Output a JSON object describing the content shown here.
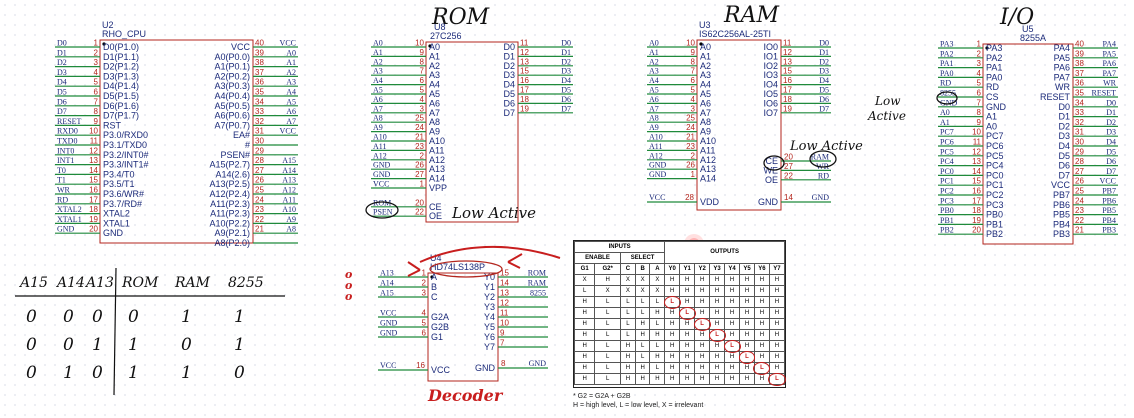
{
  "annotations": {
    "rom_title": "ROM",
    "ram_title": "RAM",
    "io_title": "I/O",
    "low_active_rom": "Low Active",
    "low_active_ram": "Low Active",
    "low_active_io_1": "Low",
    "low_active_io_2": "Active",
    "decoder": "Decoder",
    "dots": [
      "o",
      "o",
      "o"
    ]
  },
  "cpu": {
    "ref": "U2",
    "name": "RHO_CPU",
    "left": [
      {
        "net": "D0",
        "num": "1",
        "pin": "D0(P1.0)"
      },
      {
        "net": "D1",
        "num": "2",
        "pin": "D1(P1.1)"
      },
      {
        "net": "D2",
        "num": "3",
        "pin": "D2(P1.2)"
      },
      {
        "net": "D3",
        "num": "4",
        "pin": "D3(P1.3)"
      },
      {
        "net": "D4",
        "num": "5",
        "pin": "D4(P1.4)"
      },
      {
        "net": "D5",
        "num": "6",
        "pin": "D5(P1.5)"
      },
      {
        "net": "D6",
        "num": "7",
        "pin": "D6(P1.6)"
      },
      {
        "net": "D7",
        "num": "8",
        "pin": "D7(P1.7)"
      },
      {
        "net": "RESET",
        "num": "9",
        "pin": "RST"
      },
      {
        "net": "RXD0",
        "num": "10",
        "pin": "P3.0/RXD0"
      },
      {
        "net": "TXD0",
        "num": "11",
        "pin": "P3.1/TXD0"
      },
      {
        "net": "INT0",
        "num": "12",
        "pin": "P3.2/INT0#"
      },
      {
        "net": "INT1",
        "num": "13",
        "pin": "P3.3/INT1#"
      },
      {
        "net": "T0",
        "num": "14",
        "pin": "P3.4/T0"
      },
      {
        "net": "T1",
        "num": "15",
        "pin": "P3.5/T1"
      },
      {
        "net": "WR",
        "num": "16",
        "pin": "P3.6/WR#"
      },
      {
        "net": "RD",
        "num": "17",
        "pin": "P3.7/RD#"
      },
      {
        "net": "XTAL2",
        "num": "18",
        "pin": "XTAL2"
      },
      {
        "net": "XTAL1",
        "num": "19",
        "pin": "XTAL1"
      },
      {
        "net": "GND",
        "num": "20",
        "pin": "GND"
      }
    ],
    "right": [
      {
        "net": "VCC",
        "num": "40",
        "pin": "VCC"
      },
      {
        "net": "A0",
        "num": "39",
        "pin": "A0(P0.0)"
      },
      {
        "net": "A1",
        "num": "38",
        "pin": "A1(P0.1)"
      },
      {
        "net": "A2",
        "num": "37",
        "pin": "A2(P0.2)"
      },
      {
        "net": "A3",
        "num": "36",
        "pin": "A3(P0.3)"
      },
      {
        "net": "A4",
        "num": "35",
        "pin": "A4(P0.4)"
      },
      {
        "net": "A5",
        "num": "34",
        "pin": "A5(P0.5)"
      },
      {
        "net": "A6",
        "num": "33",
        "pin": "A6(P0.6)"
      },
      {
        "net": "A7",
        "num": "32",
        "pin": "A7(P0.7)"
      },
      {
        "net": "VCC",
        "num": "31",
        "pin": "EA#"
      },
      {
        "net": "",
        "num": "30",
        "pin": "#"
      },
      {
        "net": "",
        "num": "29",
        "pin": "PSEN#"
      },
      {
        "net": "A15",
        "num": "28",
        "pin": "A15(P2.7)"
      },
      {
        "net": "A14",
        "num": "27",
        "pin": "A14(2.6)"
      },
      {
        "net": "A13",
        "num": "26",
        "pin": "A13(P2.5)"
      },
      {
        "net": "A12",
        "num": "25",
        "pin": "A12(P2.4)"
      },
      {
        "net": "A11",
        "num": "24",
        "pin": "A11(P2.3)"
      },
      {
        "net": "A10",
        "num": "23",
        "pin": "A11(P2.3)"
      },
      {
        "net": "A9",
        "num": "22",
        "pin": "A10(P2.2)"
      },
      {
        "net": "A8",
        "num": "21",
        "pin": "A9(P2.1)"
      },
      {
        "net": "",
        "num": "",
        "pin": "A8(P2.0)"
      }
    ]
  },
  "rom": {
    "ref": "U8",
    "name": "27C256",
    "left": [
      {
        "net": "A0",
        "num": "10",
        "pin": "A0"
      },
      {
        "net": "A1",
        "num": "9",
        "pin": "A1"
      },
      {
        "net": "A2",
        "num": "8",
        "pin": "A2"
      },
      {
        "net": "A3",
        "num": "7",
        "pin": "A3"
      },
      {
        "net": "A4",
        "num": "6",
        "pin": "A4"
      },
      {
        "net": "A5",
        "num": "5",
        "pin": "A5"
      },
      {
        "net": "A6",
        "num": "4",
        "pin": "A6"
      },
      {
        "net": "A7",
        "num": "3",
        "pin": "A7"
      },
      {
        "net": "A8",
        "num": "25",
        "pin": "A8"
      },
      {
        "net": "A9",
        "num": "24",
        "pin": "A9"
      },
      {
        "net": "A10",
        "num": "21",
        "pin": "A10"
      },
      {
        "net": "A11",
        "num": "23",
        "pin": "A11"
      },
      {
        "net": "A12",
        "num": "2",
        "pin": "A12"
      },
      {
        "net": "GND",
        "num": "26",
        "pin": "A13"
      },
      {
        "net": "GND",
        "num": "27",
        "pin": "A14"
      },
      {
        "net": "VCC",
        "num": "1",
        "pin": "VPP"
      },
      {
        "net": "",
        "num": "",
        "pin": ""
      },
      {
        "net": "ROM",
        "num": "20",
        "pin": "CE"
      },
      {
        "net": "PSEN",
        "num": "22",
        "pin": "OE"
      }
    ],
    "right": [
      {
        "net": "D0",
        "num": "11",
        "pin": "D0"
      },
      {
        "net": "D1",
        "num": "12",
        "pin": "D1"
      },
      {
        "net": "D2",
        "num": "13",
        "pin": "D2"
      },
      {
        "net": "D3",
        "num": "15",
        "pin": "D3"
      },
      {
        "net": "D4",
        "num": "16",
        "pin": "D4"
      },
      {
        "net": "D5",
        "num": "17",
        "pin": "D5"
      },
      {
        "net": "D6",
        "num": "18",
        "pin": "D6"
      },
      {
        "net": "D7",
        "num": "19",
        "pin": "D7"
      }
    ]
  },
  "ram": {
    "ref": "U3",
    "name": "IS62C256AL-25TI",
    "left": [
      {
        "net": "A0",
        "num": "10",
        "pin": "A0"
      },
      {
        "net": "A1",
        "num": "9",
        "pin": "A1"
      },
      {
        "net": "A2",
        "num": "8",
        "pin": "A2"
      },
      {
        "net": "A3",
        "num": "7",
        "pin": "A3"
      },
      {
        "net": "A4",
        "num": "6",
        "pin": "A4"
      },
      {
        "net": "A5",
        "num": "5",
        "pin": "A5"
      },
      {
        "net": "A6",
        "num": "4",
        "pin": "A6"
      },
      {
        "net": "A7",
        "num": "3",
        "pin": "A7"
      },
      {
        "net": "A8",
        "num": "25",
        "pin": "A8"
      },
      {
        "net": "A9",
        "num": "24",
        "pin": "A9"
      },
      {
        "net": "A10",
        "num": "21",
        "pin": "A10"
      },
      {
        "net": "A11",
        "num": "23",
        "pin": "A11"
      },
      {
        "net": "A12",
        "num": "2",
        "pin": "A12"
      },
      {
        "net": "GND",
        "num": "26",
        "pin": "A13"
      },
      {
        "net": "GND",
        "num": "1",
        "pin": "A14"
      }
    ],
    "right": [
      {
        "net": "D0",
        "num": "11",
        "pin": "IO0"
      },
      {
        "net": "D1",
        "num": "12",
        "pin": "IO1"
      },
      {
        "net": "D2",
        "num": "13",
        "pin": "IO2"
      },
      {
        "net": "D3",
        "num": "15",
        "pin": "IO3"
      },
      {
        "net": "D4",
        "num": "16",
        "pin": "IO4"
      },
      {
        "net": "D5",
        "num": "17",
        "pin": "IO5"
      },
      {
        "net": "D6",
        "num": "18",
        "pin": "IO6"
      },
      {
        "net": "D7",
        "num": "19",
        "pin": "IO7"
      }
    ],
    "ctrl": [
      {
        "net": "RAM",
        "num": "20",
        "pin": "CE"
      },
      {
        "net": "WR",
        "num": "27",
        "pin": "WE"
      },
      {
        "net": "RD",
        "num": "22",
        "pin": "OE"
      }
    ],
    "vdd": {
      "net": "VCC",
      "num": "28",
      "pin": "VDD"
    },
    "gnd": {
      "net": "GND",
      "num": "14",
      "pin": "GND"
    }
  },
  "io": {
    "ref": "U5",
    "name": "8255A",
    "left": [
      {
        "net": "PA3",
        "num": "1",
        "pin": "PA3"
      },
      {
        "net": "PA2",
        "num": "2",
        "pin": "PA2"
      },
      {
        "net": "PA1",
        "num": "3",
        "pin": "PA1"
      },
      {
        "net": "PA0",
        "num": "4",
        "pin": "PA0"
      },
      {
        "net": "RD",
        "num": "5",
        "pin": "RD"
      },
      {
        "net": "8255",
        "num": "6",
        "pin": "CS"
      },
      {
        "net": "GND",
        "num": "7",
        "pin": "GND"
      },
      {
        "net": "A0",
        "num": "8",
        "pin": "A1"
      },
      {
        "net": "A1",
        "num": "9",
        "pin": "A0"
      },
      {
        "net": "PC7",
        "num": "10",
        "pin": "PC7"
      },
      {
        "net": "PC6",
        "num": "11",
        "pin": "PC6"
      },
      {
        "net": "PC5",
        "num": "12",
        "pin": "PC5"
      },
      {
        "net": "PC4",
        "num": "13",
        "pin": "PC4"
      },
      {
        "net": "PC0",
        "num": "14",
        "pin": "PC0"
      },
      {
        "net": "PC1",
        "num": "15",
        "pin": "PC1"
      },
      {
        "net": "PC2",
        "num": "16",
        "pin": "PC2"
      },
      {
        "net": "PC3",
        "num": "17",
        "pin": "PC3"
      },
      {
        "net": "PB0",
        "num": "18",
        "pin": "PB0"
      },
      {
        "net": "PB1",
        "num": "19",
        "pin": "PB1"
      },
      {
        "net": "PB2",
        "num": "20",
        "pin": "PB2"
      }
    ],
    "right": [
      {
        "net": "PA4",
        "num": "40",
        "pin": "PA4"
      },
      {
        "net": "PA5",
        "num": "39",
        "pin": "PA5"
      },
      {
        "net": "PA6",
        "num": "38",
        "pin": "PA6"
      },
      {
        "net": "PA7",
        "num": "37",
        "pin": "PA7"
      },
      {
        "net": "WR",
        "num": "36",
        "pin": "WR"
      },
      {
        "net": "RESET",
        "num": "35",
        "pin": "RESET"
      },
      {
        "net": "D0",
        "num": "34",
        "pin": "D0"
      },
      {
        "net": "D1",
        "num": "33",
        "pin": "D1"
      },
      {
        "net": "D2",
        "num": "32",
        "pin": "D2"
      },
      {
        "net": "D3",
        "num": "31",
        "pin": "D3"
      },
      {
        "net": "D4",
        "num": "30",
        "pin": "D4"
      },
      {
        "net": "D5",
        "num": "29",
        "pin": "D5"
      },
      {
        "net": "D6",
        "num": "28",
        "pin": "D6"
      },
      {
        "net": "D7",
        "num": "27",
        "pin": "D7"
      },
      {
        "net": "VCC",
        "num": "26",
        "pin": "VCC"
      },
      {
        "net": "PB7",
        "num": "25",
        "pin": "PB7"
      },
      {
        "net": "PB6",
        "num": "24",
        "pin": "PB6"
      },
      {
        "net": "PB5",
        "num": "23",
        "pin": "PB5"
      },
      {
        "net": "PB4",
        "num": "22",
        "pin": "PB4"
      },
      {
        "net": "PB3",
        "num": "21",
        "pin": "PB3"
      }
    ]
  },
  "decoder": {
    "ref": "U4",
    "name": "HD74LS138P",
    "left": [
      {
        "net": "A13",
        "num": "1",
        "pin": "A"
      },
      {
        "net": "A14",
        "num": "2",
        "pin": "B"
      },
      {
        "net": "A15",
        "num": "3",
        "pin": "C"
      },
      {
        "net": "",
        "num": "",
        "pin": ""
      },
      {
        "net": "VCC",
        "num": "4",
        "pin": "G2A"
      },
      {
        "net": "GND",
        "num": "5",
        "pin": "G2B"
      },
      {
        "net": "GND",
        "num": "6",
        "pin": "G1"
      }
    ],
    "right": [
      {
        "net": "ROM",
        "num": "15",
        "pin": "Y0"
      },
      {
        "net": "RAM",
        "num": "14",
        "pin": "Y1"
      },
      {
        "net": "8255",
        "num": "13",
        "pin": "Y2"
      },
      {
        "net": "",
        "num": "12",
        "pin": "Y3"
      },
      {
        "net": "",
        "num": "11",
        "pin": "Y4"
      },
      {
        "net": "",
        "num": "10",
        "pin": "Y5"
      },
      {
        "net": "",
        "num": "9",
        "pin": "Y6"
      },
      {
        "net": "",
        "num": "7",
        "pin": "Y7"
      }
    ],
    "vcc": {
      "net": "VCC",
      "num": "16",
      "pin": "VCC"
    },
    "gnd": {
      "net": "GND",
      "num": "8",
      "pin": "GND"
    }
  },
  "hand_table": {
    "headers": [
      "A15",
      "A14",
      "A13",
      "ROM",
      "RAM",
      "8255"
    ],
    "rows": [
      [
        "0",
        "0",
        "0",
        "0",
        "1",
        "1"
      ],
      [
        "0",
        "0",
        "1",
        "1",
        "0",
        "1"
      ],
      [
        "0",
        "1",
        "0",
        "1",
        "1",
        "0"
      ]
    ]
  },
  "truth_table": {
    "group_inputs": "INPUTS",
    "group_enable": "ENABLE",
    "group_select": "SELECT",
    "group_outputs": "OUTPUTS",
    "columns": [
      "G1",
      "G2*",
      "C",
      "B",
      "A",
      "Y0",
      "Y1",
      "Y2",
      "Y3",
      "Y4",
      "Y5",
      "Y6",
      "Y7"
    ],
    "rows": [
      [
        "X",
        "H",
        "X",
        "X",
        "X",
        "H",
        "H",
        "H",
        "H",
        "H",
        "H",
        "H",
        "H"
      ],
      [
        "L",
        "X",
        "X",
        "X",
        "X",
        "H",
        "H",
        "H",
        "H",
        "H",
        "H",
        "H",
        "H"
      ],
      [
        "H",
        "L",
        "L",
        "L",
        "L",
        "L",
        "H",
        "H",
        "H",
        "H",
        "H",
        "H",
        "H"
      ],
      [
        "H",
        "L",
        "L",
        "L",
        "H",
        "H",
        "L",
        "H",
        "H",
        "H",
        "H",
        "H",
        "H"
      ],
      [
        "H",
        "L",
        "L",
        "H",
        "L",
        "H",
        "H",
        "L",
        "H",
        "H",
        "H",
        "H",
        "H"
      ],
      [
        "H",
        "L",
        "L",
        "H",
        "H",
        "H",
        "H",
        "H",
        "L",
        "H",
        "H",
        "H",
        "H"
      ],
      [
        "H",
        "L",
        "H",
        "L",
        "L",
        "H",
        "H",
        "H",
        "H",
        "L",
        "H",
        "H",
        "H"
      ],
      [
        "H",
        "L",
        "H",
        "L",
        "H",
        "H",
        "H",
        "H",
        "H",
        "H",
        "L",
        "H",
        "H"
      ],
      [
        "H",
        "L",
        "H",
        "H",
        "L",
        "H",
        "H",
        "H",
        "H",
        "H",
        "H",
        "L",
        "H"
      ],
      [
        "H",
        "L",
        "H",
        "H",
        "H",
        "H",
        "H",
        "H",
        "H",
        "H",
        "H",
        "H",
        "L"
      ]
    ],
    "note_1": "* G2 = G2A + G2B",
    "note_2": "H = high level, L = low level, X = irrelevant"
  }
}
